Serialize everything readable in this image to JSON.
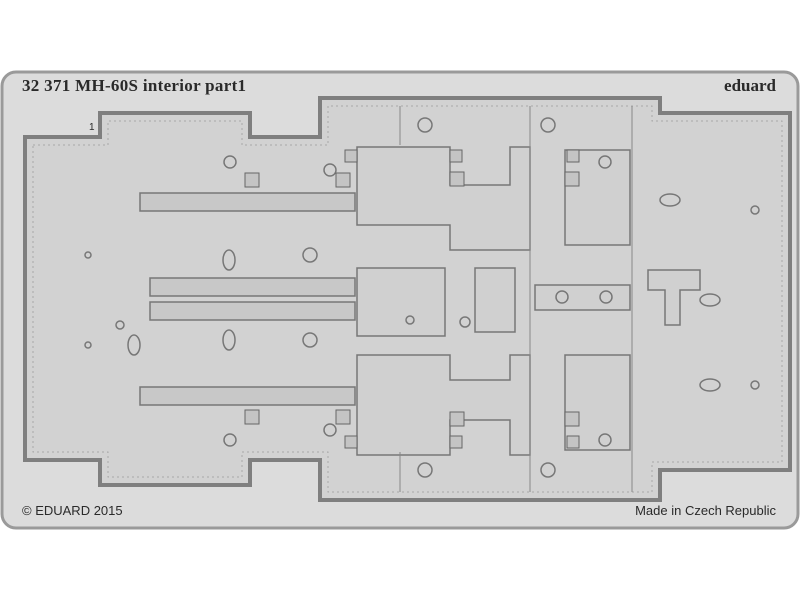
{
  "fret": {
    "title": "32 371   MH-60S interior   part1",
    "brand": "eduard",
    "part_number": "1",
    "copyright": "© EDUARD 2015",
    "origin": "Made in Czech Republic"
  },
  "colors": {
    "plate": "#d6d6d6",
    "frame": "#cfcfcf",
    "edge": "#8a8a8a",
    "detail": "#9a9a9a"
  }
}
